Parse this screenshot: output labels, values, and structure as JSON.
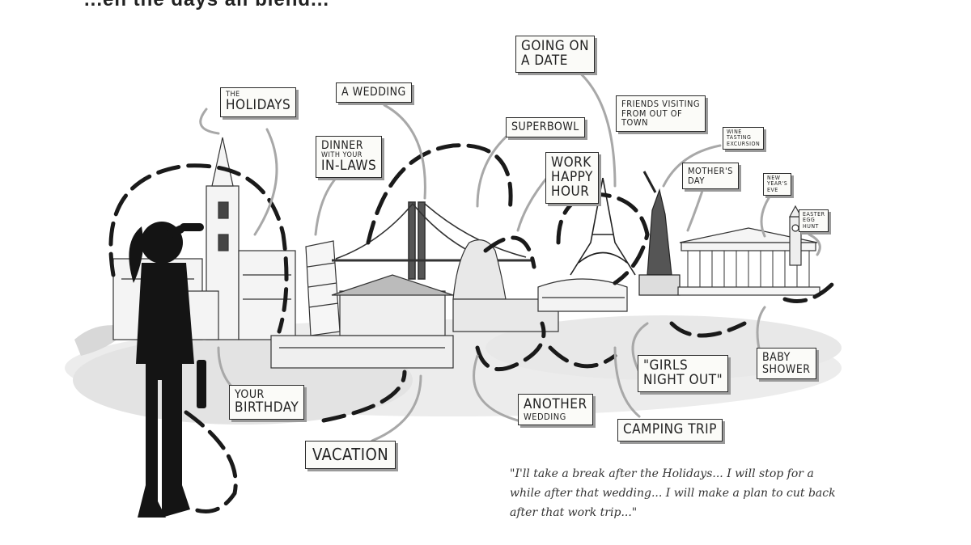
{
  "heading_fragment": "...en the days all blend...",
  "labels": {
    "holidays": {
      "small": "THE",
      "big": "HOLIDAYS"
    },
    "wedding": "A WEDDING",
    "dinner": {
      "line1": "DINNER",
      "line2": "WITH YOUR",
      "line3": "IN-LAWS"
    },
    "going_on_date": {
      "line1": "GOING ON",
      "line2": "A DATE"
    },
    "superbowl": "SUPERBOWL",
    "work_happy_hour": {
      "line1": "WORK",
      "line2": "HAPPY",
      "line3": "HOUR"
    },
    "friends_visiting": {
      "line1": "FRIENDS VISITING",
      "line2": "FROM OUT OF",
      "line3": "TOWN"
    },
    "wine_tasting": {
      "line1": "WINE",
      "line2": "TASTING",
      "line3": "EXCURSION"
    },
    "mothers_day": {
      "line1": "MOTHER'S",
      "line2": "DAY"
    },
    "new_years_eve": {
      "line1": "NEW",
      "line2": "YEAR'S",
      "line3": "EVE"
    },
    "easter_egg_hunt": {
      "line1": "EASTER",
      "line2": "EGG",
      "line3": "HUNT"
    },
    "your_birthday": {
      "line1": "YOUR",
      "line2": "BIRTHDAY"
    },
    "vacation": "VACATION",
    "another_wedding": {
      "line1": "ANOTHER",
      "line2": "WEDDING"
    },
    "girls_night_out": {
      "line1": "\"GIRLS",
      "line2": "NIGHT OUT\""
    },
    "baby_shower": {
      "line1": "BABY",
      "line2": "SHOWER"
    },
    "camping_trip": "CAMPING TRIP"
  },
  "quote": "\"I'll take a break after the Holidays... I will stop for a while after that wedding... I will make a plan to cut back after that work trip...\"",
  "colors": {
    "ink": "#1a1a1a",
    "mist": "#e6e6e6",
    "arrow": "#a8a8a8"
  }
}
